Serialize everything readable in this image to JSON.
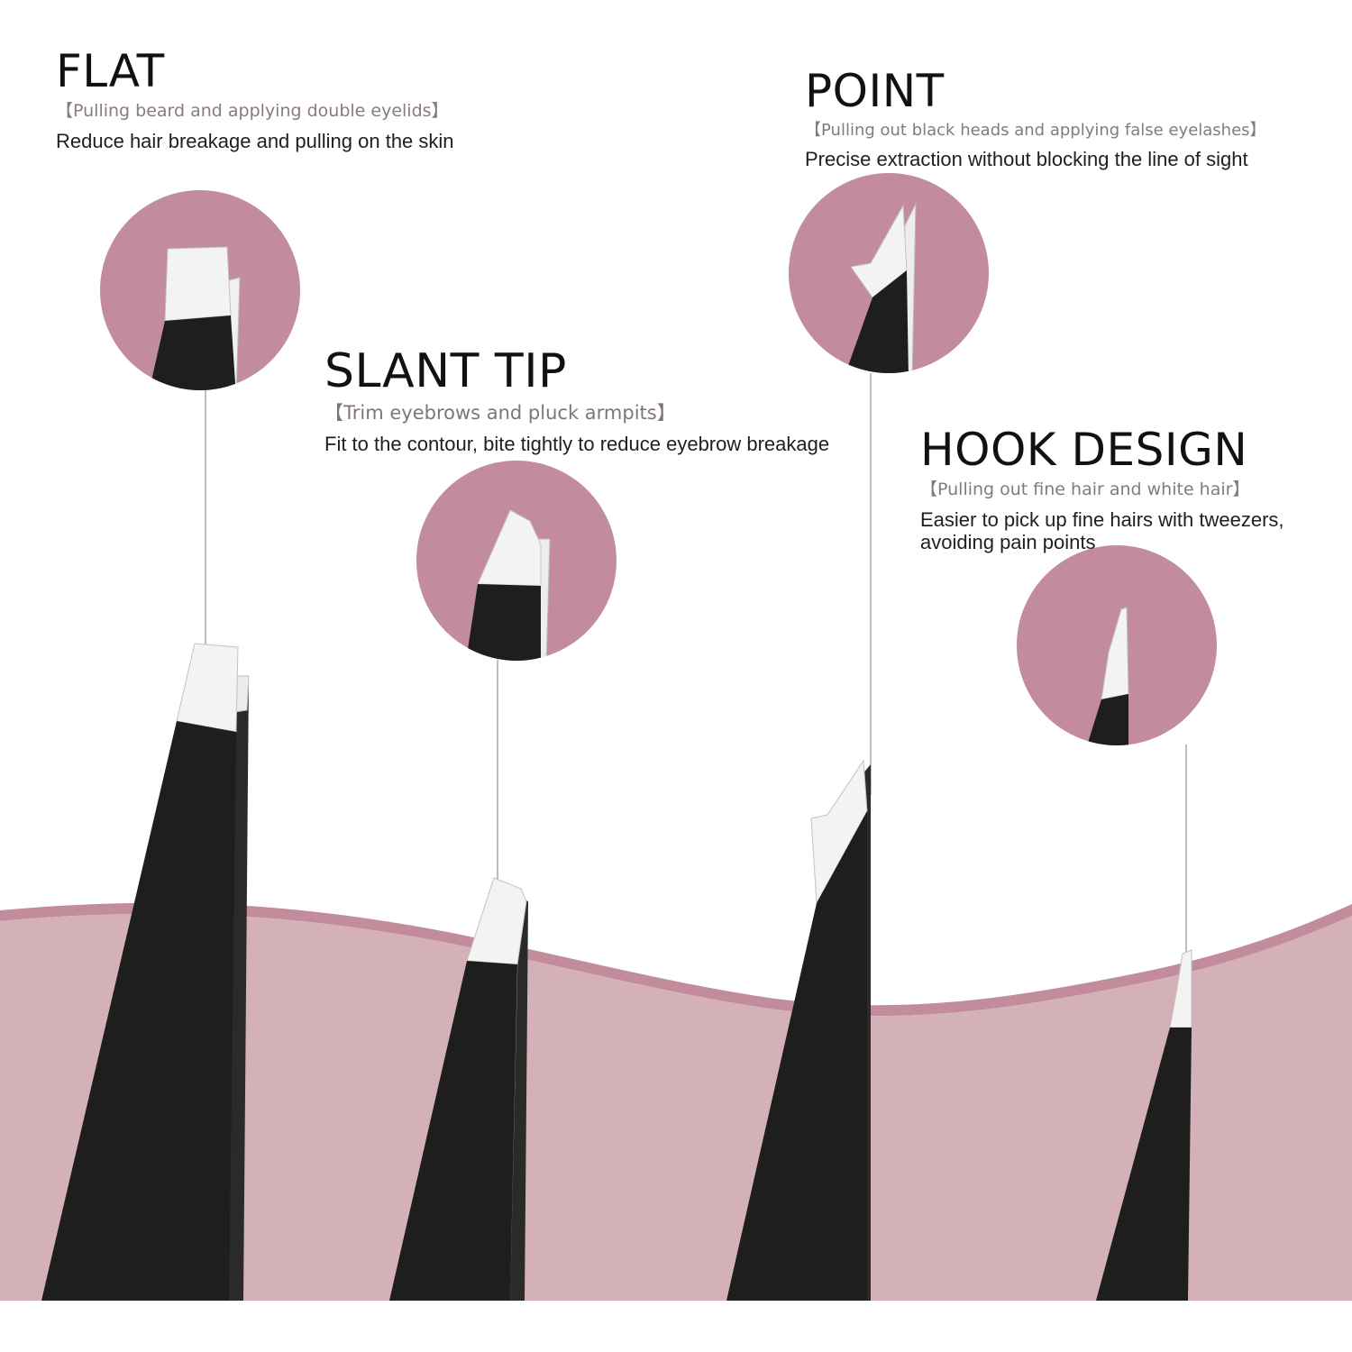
{
  "colors": {
    "accent": "#c38c9c",
    "band": "#d4b1b7",
    "tweezer": "#1e1e1e",
    "tip": "#f2f2f2"
  },
  "sections": {
    "flat": {
      "title": "FLAT",
      "subtitle": "【Pulling beard and applying double eyelids】",
      "description": "Reduce hair breakage and pulling on the skin"
    },
    "slant": {
      "title": "SLANT TIP",
      "subtitle": "【Trim eyebrows and pluck armpits】",
      "description": "Fit to the contour, bite tightly to reduce eyebrow breakage"
    },
    "point": {
      "title": "POINT",
      "subtitle": "【Pulling out black heads and applying false eyelashes】",
      "description": "Precise extraction without blocking the line of sight"
    },
    "hook": {
      "title": "HOOK DESIGN",
      "subtitle": "【Pulling out fine hair and white hair】",
      "description": "Easier to pick up fine hairs with tweezers, avoiding pain points"
    }
  },
  "icons": [
    "flat-tip-zoom-icon",
    "slant-tip-zoom-icon",
    "point-tip-zoom-icon",
    "hook-tip-zoom-icon"
  ]
}
